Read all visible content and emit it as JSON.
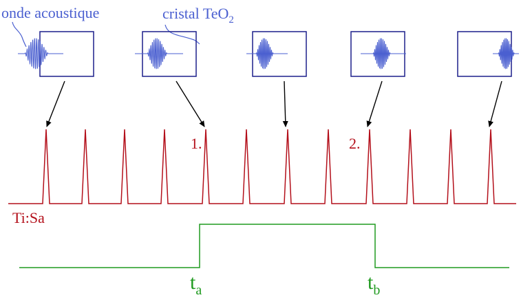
{
  "labels": {
    "acoustic_wave": "onde acoustique",
    "crystal_prefix": "cristal TeO",
    "crystal_sub": "2",
    "laser": "Ti:Sa",
    "pulse_1": "1.",
    "pulse_2": "2.",
    "t_a_main": "t",
    "t_a_sub": "a",
    "t_b_main": "t",
    "t_b_sub": "b"
  },
  "colors": {
    "acoustic": "#4a5fd0",
    "crystal_box": "#1c1f8a",
    "laser": "#b30f1a",
    "gate": "#1f9a1f",
    "arrow": "#000000"
  }
}
